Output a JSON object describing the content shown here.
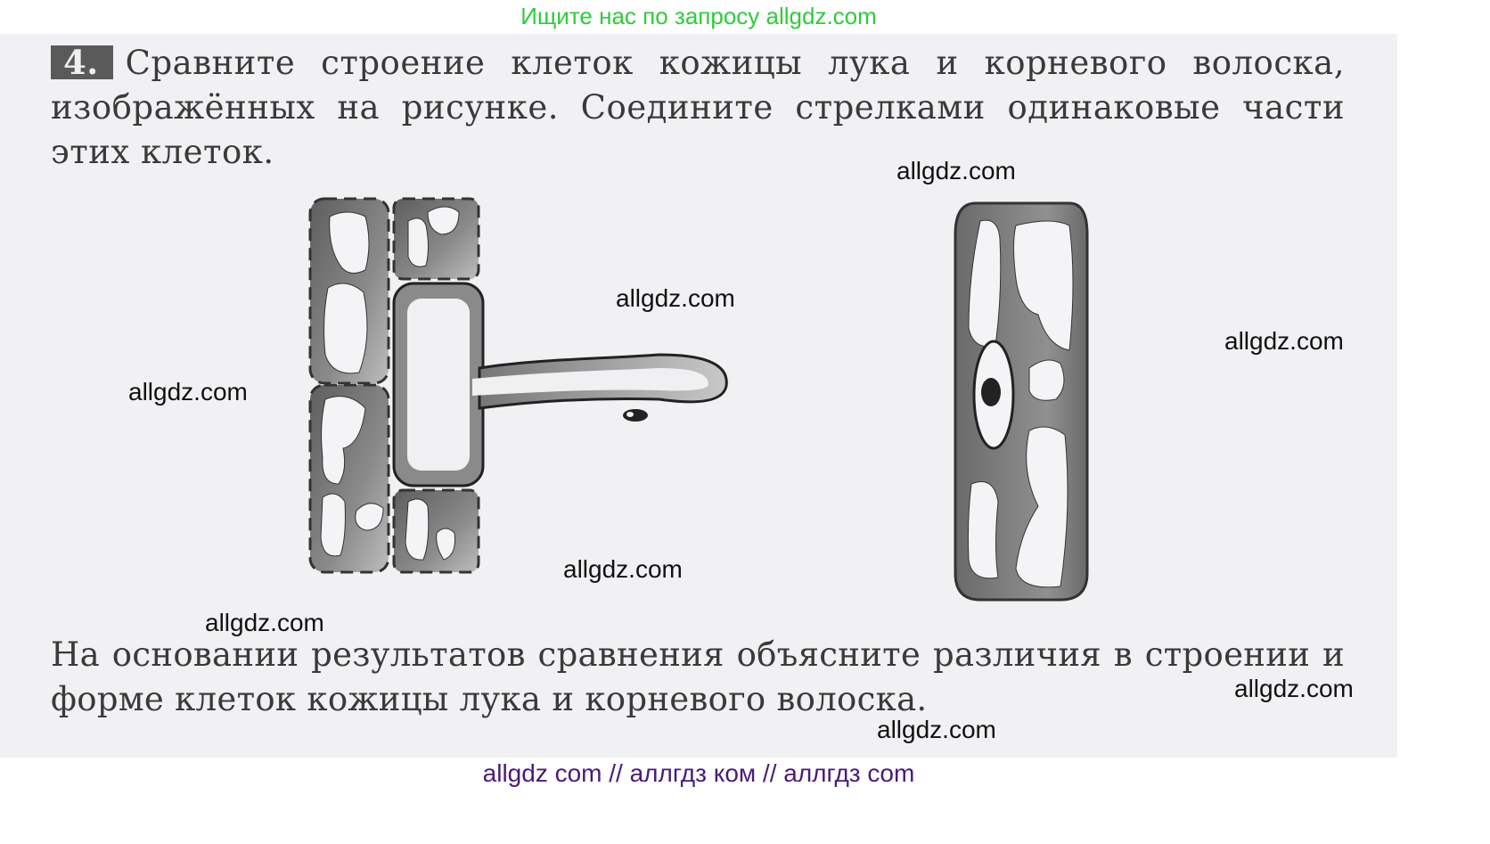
{
  "top_banner": "Ищите нас по запросу allgdz.com",
  "task": {
    "number": "4.",
    "text": "Сравните строение клеток кожицы лука и корневого волоска, изображённых на рисунке. Соедините стрелками одинаковые части этих клеток."
  },
  "figure": {
    "left": {
      "label": "root-hair-cell-with-epidermis"
    },
    "right": {
      "label": "onion-skin-cell"
    }
  },
  "question": "На основании результатов сравнения объясните различия в строении и форме клеток кожицы лука и корневого волоска.",
  "watermarks": [
    "allgdz.com",
    "allgdz.com",
    "allgdz.com",
    "allgdz.com",
    "allgdz.com",
    "allgdz.com",
    "allgdz.com",
    "allgdz.com"
  ],
  "bottom_bar": "allgdz com  //  аллгдз ком  //  аллгдз com",
  "colors": {
    "banner_green": "#2ecc3a",
    "footer_purple": "#4a1a7a",
    "cell_gray": "#6e6e6e"
  }
}
